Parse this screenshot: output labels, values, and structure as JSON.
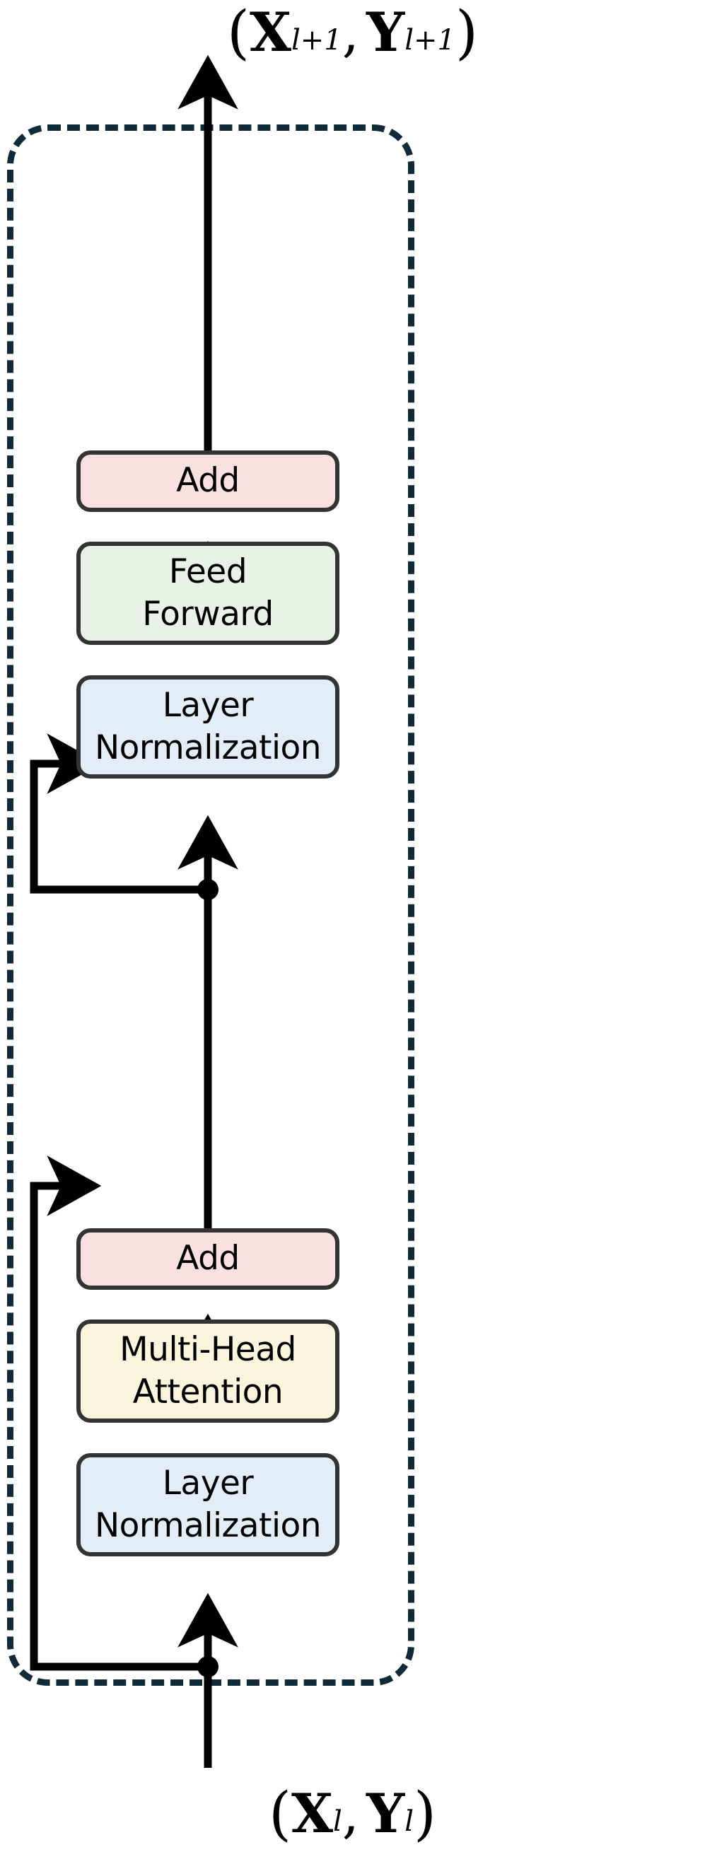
{
  "figure": {
    "type": "diagram",
    "title": "Transformer layer block (Pre-LN) for paired inputs",
    "description": "A single layer block, outlined by a dashed rounded rectangle, mapping (X^l, Y^l) to (X^(l+1), Y^(l+1)) through Layer Normalization, Multi-Head Attention, residual Add, Layer Normalization, Feed Forward, and residual Add."
  },
  "labels": {
    "output": {
      "open_paren": "(",
      "x_symbol": "X",
      "x_superscript": "l+1",
      "comma": ",",
      "y_symbol": "Y",
      "y_superscript": "l+1",
      "close_paren": ")",
      "plain": "(X^{l+1}, Y^{l+1})"
    },
    "input": {
      "open_paren": "(",
      "x_symbol": "X",
      "x_superscript": "l",
      "comma": ",",
      "y_symbol": "Y",
      "y_superscript": "l",
      "close_paren": ")",
      "plain": "(X^{l}, Y^{l})"
    }
  },
  "blocks": [
    {
      "id": "add-top",
      "label": "Add",
      "fill": "#fbe0e2",
      "stroke": "#333333"
    },
    {
      "id": "feed-forward",
      "label": "Feed\nForward",
      "fill": "#e9f2e6",
      "stroke": "#333333"
    },
    {
      "id": "layernorm-top",
      "label": "Layer\nNormalization",
      "fill": "#e3edf7",
      "stroke": "#333333"
    },
    {
      "id": "add-bottom",
      "label": "Add",
      "fill": "#fbe0e2",
      "stroke": "#333333"
    },
    {
      "id": "mha",
      "label": "Multi-Head\nAttention",
      "fill": "#fbf5dd",
      "stroke": "#333333"
    },
    {
      "id": "layernorm-bot",
      "label": "Layer\nNormalization",
      "fill": "#e3edf7",
      "stroke": "#333333"
    }
  ],
  "connections": [
    {
      "from": "input",
      "to": "layernorm-bot",
      "kind": "arrow"
    },
    {
      "from": "layernorm-bot",
      "to": "mha",
      "kind": "arrow"
    },
    {
      "from": "mha",
      "to": "add-bottom",
      "kind": "arrow"
    },
    {
      "from": "input-branch",
      "to": "add-bottom",
      "kind": "residual-arrow"
    },
    {
      "from": "add-bottom",
      "to": "layernorm-top",
      "kind": "arrow"
    },
    {
      "from": "layernorm-top",
      "to": "feed-forward",
      "kind": "arrow"
    },
    {
      "from": "feed-forward",
      "to": "add-top",
      "kind": "arrow"
    },
    {
      "from": "mid-branch",
      "to": "add-top",
      "kind": "residual-arrow"
    },
    {
      "from": "add-top",
      "to": "output",
      "kind": "arrow"
    }
  ],
  "junction_dots": [
    {
      "id": "mid-branch-dot",
      "note": "residual split after first Add"
    },
    {
      "id": "input-branch-dot",
      "note": "residual split on block input"
    }
  ],
  "style": {
    "container_border": "#102a37",
    "container_border_style": "dashed",
    "wire_color": "#000000",
    "background": "#ffffff",
    "box_stroke": "#333333"
  }
}
